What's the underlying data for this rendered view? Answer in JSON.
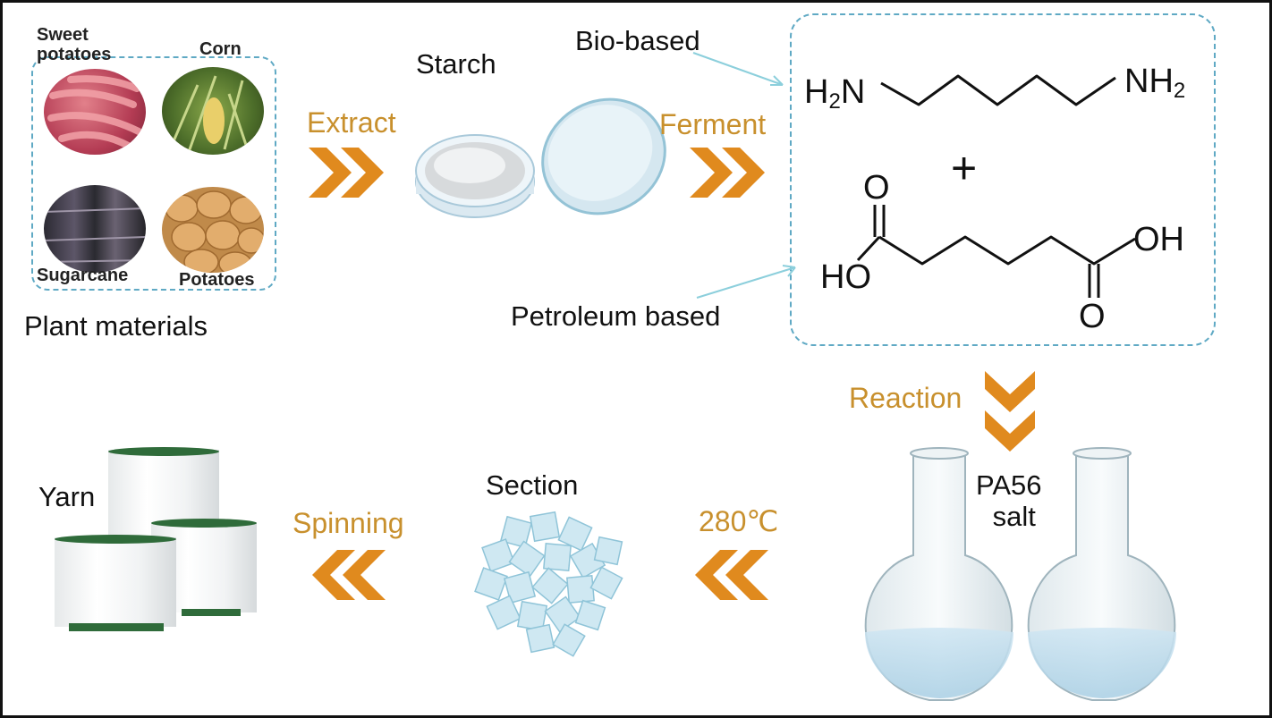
{
  "plant": {
    "title": "Plant materials",
    "items": {
      "sweet_potatoes": "Sweet\npotatoes",
      "corn": "Corn",
      "sugarcane": "Sugarcane",
      "potatoes": "Potatoes"
    }
  },
  "starch": {
    "label": "Starch"
  },
  "steps": {
    "extract": "Extract",
    "ferment": "Ferment",
    "reaction": "Reaction",
    "temperature": "280℃",
    "spinning": "Spinning"
  },
  "sources": {
    "bio": "Bio-based",
    "petroleum": "Petroleum based"
  },
  "chemistry": {
    "amine_left": "H",
    "amine_left_sub": "2",
    "amine_left_n": "N",
    "amine_right": "NH",
    "amine_right_sub": "2",
    "plus": "+",
    "acid_o_top": "O",
    "acid_ho": "HO",
    "acid_oh": "OH",
    "acid_o_bottom": "O"
  },
  "salt": {
    "line1": "PA56",
    "line2": "salt"
  },
  "section": {
    "label": "Section"
  },
  "yarn": {
    "label": "Yarn"
  },
  "colors": {
    "step": "#c8902d",
    "dash": "#5fa9c4",
    "arrow": "#e08a1e",
    "pointer": "#8ccfdc"
  }
}
